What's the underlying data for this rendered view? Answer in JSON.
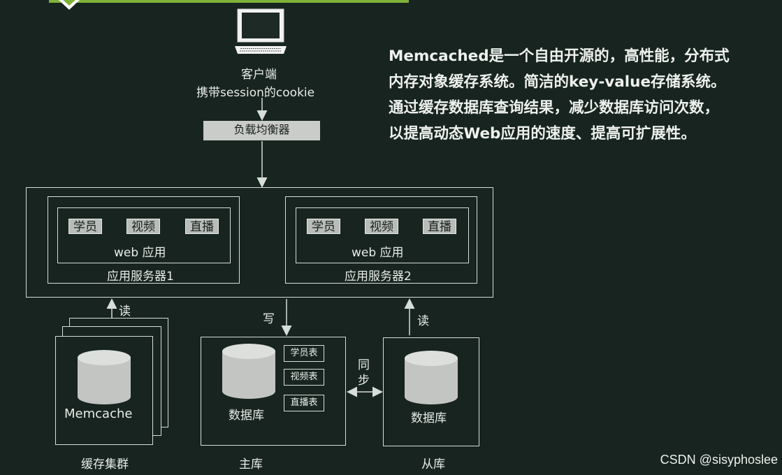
{
  "client": {
    "line1": "客户端",
    "line2": "携带session的cookie"
  },
  "load_balancer": "负载均衡器",
  "servers": [
    {
      "label": "应用服务器1",
      "web_app": "web 应用",
      "modules": [
        "学员",
        "视频",
        "直播"
      ]
    },
    {
      "label": "应用服务器2",
      "web_app": "web 应用",
      "modules": [
        "学员",
        "视频",
        "直播"
      ]
    }
  ],
  "arrows": {
    "read1": "读",
    "write": "写",
    "read2": "读",
    "sync": "同\n步"
  },
  "cache": {
    "db_label": "Memcache",
    "caption": "缓存集群"
  },
  "master": {
    "db_label": "数据库",
    "caption": "主库",
    "tables": [
      "学员表",
      "视频表",
      "直播表"
    ]
  },
  "slave": {
    "db_label": "数据库",
    "caption": "从库"
  },
  "description": [
    "Memcached是一个自由开源的，高性能，分布式",
    "内存对象缓存系统。简洁的key-value存储系统。",
    "通过缓存数据库查询结果，减少数据库访问次数，",
    "以提高动态Web应用的速度、提高可扩展性。"
  ],
  "watermark": "CSDN @sisyphoslee"
}
